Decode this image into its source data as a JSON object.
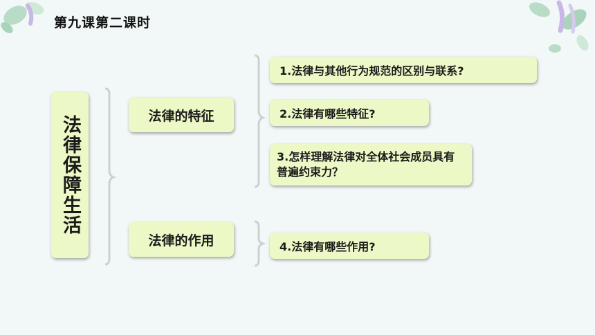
{
  "header": {
    "title": "第九课第二课时"
  },
  "main_topic": "法律保障生活",
  "branches": [
    {
      "label": "法律的特征",
      "questions": [
        "1.法律与其他行为规范的区别与联系?",
        "2.法律有哪些特征?",
        "3.怎样理解法律对全体社会成员具有普遍约束力？"
      ]
    },
    {
      "label": "法律的作用",
      "questions": [
        "4.法律有哪些作用?"
      ]
    }
  ],
  "colors": {
    "box_fill": "#ecf8c6",
    "background": "#f2f8f7",
    "bracket": "#c8d3cf"
  }
}
